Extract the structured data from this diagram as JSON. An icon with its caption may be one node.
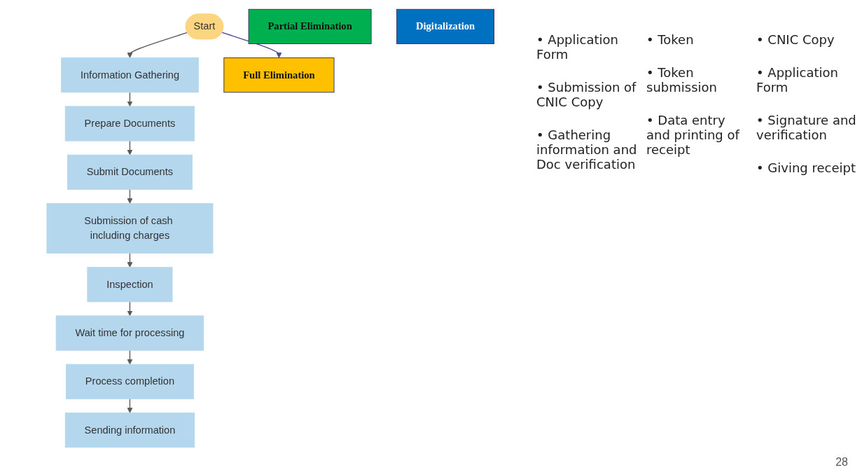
{
  "diagram": {
    "nodes": [
      {
        "text": [
          "Start"
        ]
      },
      {
        "text": [
          "Information Gathering"
        ]
      },
      {
        "text": [
          "Prepare Documents"
        ]
      },
      {
        "text": [
          "Submit Documents"
        ]
      },
      {
        "text": [
          "Submission of cash including charges"
        ]
      },
      {
        "text": [
          "Inspection"
        ]
      },
      {
        "text": [
          "Wait time for processing"
        ]
      },
      {
        "text": [
          "Process completion"
        ]
      },
      {
        "text": [
          "Sending information"
        ]
      },
      {
        "text": [
          "Full Elimination"
        ],
        "beside": [
          "• Application Form",
          "• Submission of CNIC Copy",
          "• Gathering information and Doc verification"
        ]
      },
      {
        "text": [
          "Partial Elimination"
        ],
        "beside": [
          "• Token",
          "• Token submission",
          "• Data entry and printing of receipt"
        ]
      },
      {
        "text": [
          "Digitalization"
        ],
        "beside": [
          "• CNIC Copy",
          "• Application Form",
          "• Signature and verification",
          "• Giving receipt"
        ]
      }
    ],
    "edges": [
      {
        "from": 0,
        "to": 1,
        "arrow": "to"
      },
      {
        "from": 1,
        "to": 2,
        "arrow": "to"
      },
      {
        "from": 2,
        "to": 3,
        "arrow": "to"
      },
      {
        "from": 3,
        "to": 4,
        "arrow": "to"
      },
      {
        "from": 4,
        "to": 5,
        "arrow": "to"
      },
      {
        "from": 5,
        "to": 6,
        "arrow": "to"
      },
      {
        "from": 6,
        "to": 7,
        "arrow": "to"
      },
      {
        "from": 7,
        "to": 8,
        "arrow": "to"
      },
      {
        "from": 0,
        "to": 9,
        "arrow": "to",
        "color": "#4b4b9b"
      }
    ],
    "labels": [
      "28"
    ]
  }
}
